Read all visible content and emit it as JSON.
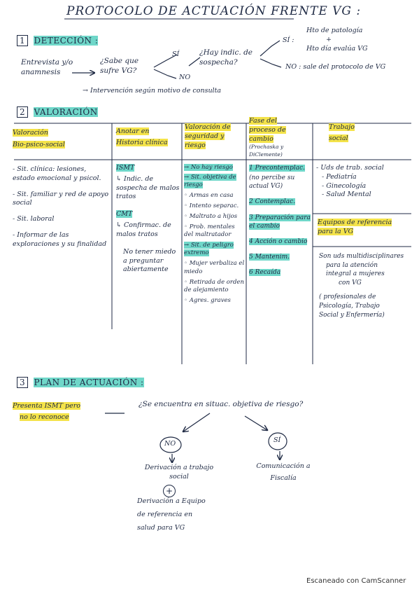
{
  "title": "PROTOCOLO DE ACTUACIÓN FRENTE VG :",
  "section1": {
    "number": "1",
    "label": "DETECCIÓN :",
    "start": "Entrevista y/o anamnesis",
    "question1": "¿Sabe que sufre VG?",
    "yes": "SÍ",
    "no": "NO",
    "question2": "¿Hay indic. de sospecha?",
    "yes2": "SÍ :",
    "yes2_items": [
      "Hto de patología",
      "+",
      "Hto día evalúa VG"
    ],
    "no2": "NO : sale del protocolo de VG",
    "bottom_route": "→ Intervención según motivo de consulta"
  },
  "section2": {
    "number": "2",
    "label": "VALORACIÓN",
    "columns": [
      {
        "header": [
          "Valoración",
          "Bio-psico-social"
        ],
        "items": [
          "- Sit. clínica: lesiones, estado emocional y psicol.",
          "- Sit. familiar y red de apoyo social",
          "- Sit. laboral",
          "- Informar de las exploraciones y su finalidad"
        ]
      },
      {
        "header": [
          "Anotar en",
          "Historia clínica"
        ],
        "items": [
          "ISMT",
          "↳ Indic. de sospecha de malos tratos",
          "CMT",
          "↳ Confirmac. de malos tratos",
          "No tener miedo a preguntar abiertamente"
        ]
      },
      {
        "header": [
          "Valoración de",
          "seguridad y",
          "riesgo"
        ],
        "items": [
          "→ No hay riesgo",
          "→ Sit. objetiva de riesgo",
          "◦ Armas en casa",
          "◦ Intento separac.",
          "◦ Maltrato a hijos",
          "◦ Prob. mentales del maltratador",
          "→ Sit. de peligro extremo",
          "◦ Mujer verbaliza el miedo",
          "◦ Retirada de orden de alejamiento",
          "◦ Agres. graves"
        ]
      },
      {
        "header": [
          "Fase del",
          "proceso de",
          "cambio"
        ],
        "header_note": "(Prochaska y DiClemente)",
        "items": [
          "1 Precontemplac.",
          "(no percibe su actual VG)",
          "2 Contemplac.",
          "3 Preparación para el cambio",
          "4 Acción o cambio",
          "5 Mantenim.",
          "6 Recaída"
        ]
      },
      {
        "header": [
          "Trabajo",
          "social"
        ],
        "items": [
          "- Uds de trab. social",
          "- Pediatría",
          "- Ginecología",
          "- Salud Mental"
        ],
        "box_title": [
          "Equipos de referencia",
          "para la VG"
        ],
        "box_text": [
          "Son uds multidisciplinares",
          "para la atención",
          "integral a mujeres",
          "con VG",
          "",
          "( profesionales de",
          "Psicología, Trabajo",
          "Social y Enfermería)"
        ]
      }
    ]
  },
  "section3": {
    "number": "3",
    "label": "PLAN DE ACTUACIÓN :",
    "start": [
      "Presenta ISMT pero",
      "no lo reconoce"
    ],
    "question": "¿Se encuentra en situac. objetiva de riesgo?",
    "no": "NO",
    "yes": "SÍ",
    "no_result1": [
      "Derivación a trabajo",
      "social"
    ],
    "plus": "+",
    "no_result2": [
      "Derivación a Equipo",
      "de referencia en",
      "salud para VG"
    ],
    "yes_result": [
      "Comunicación a",
      "Fiscalía"
    ]
  },
  "footer": "Escaneado con CamScanner"
}
